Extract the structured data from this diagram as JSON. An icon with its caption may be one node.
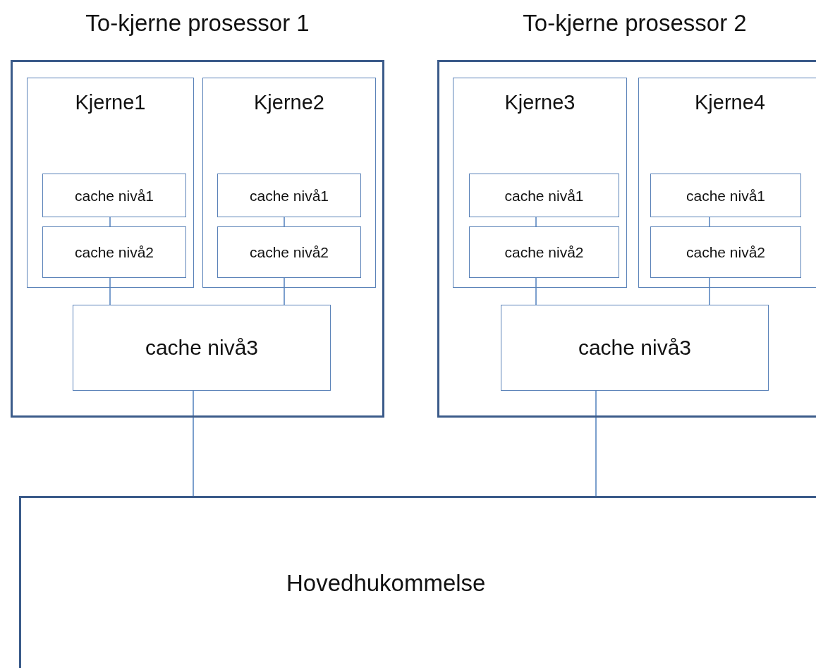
{
  "diagram": {
    "nodes": [
      {
        "text": [
          "To-kjerne prosessor 1"
        ]
      },
      {
        "text": [
          "Kjerne1"
        ],
        "in": 0
      },
      {
        "text": [
          "cache nivå1"
        ],
        "in": 1
      },
      {
        "text": [
          "cache nivå2"
        ],
        "in": 1
      },
      {
        "text": [
          "Kjerne2"
        ],
        "in": 0
      },
      {
        "text": [
          "cache nivå1"
        ],
        "in": 4
      },
      {
        "text": [
          "cache nivå2"
        ],
        "in": 4
      },
      {
        "text": [
          "cache nivå3"
        ],
        "in": 0
      },
      {
        "text": [
          "To-kjerne prosessor 2"
        ]
      },
      {
        "text": [
          "Kjerne3"
        ],
        "in": 8
      },
      {
        "text": [
          "cache nivå1"
        ],
        "in": 9
      },
      {
        "text": [
          "cache nivå2"
        ],
        "in": 9
      },
      {
        "text": [
          "Kjerne4"
        ],
        "in": 8
      },
      {
        "text": [
          "cache nivå1"
        ],
        "in": 12
      },
      {
        "text": [
          "cache nivå2"
        ],
        "in": 12
      },
      {
        "text": [
          "cache nivå3"
        ],
        "in": 8
      },
      {
        "text": [
          "Hovedhukommelse"
        ]
      }
    ],
    "edges": [
      {
        "from": 2,
        "to": 3,
        "arrow": "none"
      },
      {
        "from": 3,
        "to": 7,
        "arrow": "none"
      },
      {
        "from": 5,
        "to": 6,
        "arrow": "none"
      },
      {
        "from": 6,
        "to": 7,
        "arrow": "none"
      },
      {
        "from": 10,
        "to": 11,
        "arrow": "none"
      },
      {
        "from": 11,
        "to": 15,
        "arrow": "none"
      },
      {
        "from": 13,
        "to": 14,
        "arrow": "none"
      },
      {
        "from": 14,
        "to": 15,
        "arrow": "none"
      },
      {
        "from": 7,
        "to": 16,
        "arrow": "none"
      },
      {
        "from": 15,
        "to": 16,
        "arrow": "none"
      }
    ]
  }
}
